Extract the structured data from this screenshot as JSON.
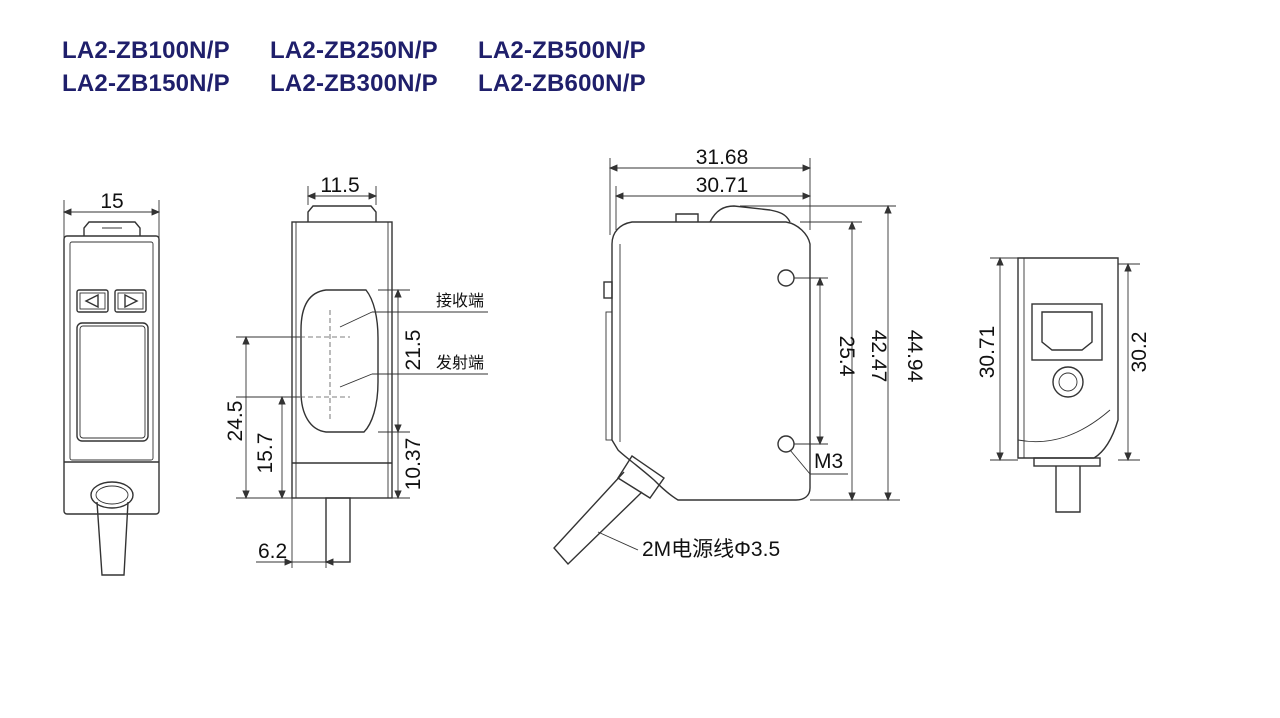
{
  "models": {
    "row1": [
      "LA2-ZB100N/P",
      "LA2-ZB250N/P",
      "LA2-ZB500N/P"
    ],
    "row2": [
      "LA2-ZB150N/P",
      "LA2-ZB300N/P",
      "LA2-ZB600N/P"
    ]
  },
  "front_view": {
    "width": "15"
  },
  "side_view": {
    "width": "11.5",
    "window_height": "21.5",
    "h_24_5": "24.5",
    "h_15_7": "15.7",
    "h_10_37": "10.37",
    "bottom_offset": "6.2",
    "receiver_label": "接收端",
    "emitter_label": "发射端"
  },
  "main_view": {
    "overall_width": "31.68",
    "body_width": "30.71",
    "hole_pitch": "25.4",
    "body_height": "42.47",
    "overall_height": "44.94",
    "thread_label": "M3",
    "cable_label": "2M电源线Φ3.5"
  },
  "end_view": {
    "left_height": "30.71",
    "right_height": "30.2"
  }
}
